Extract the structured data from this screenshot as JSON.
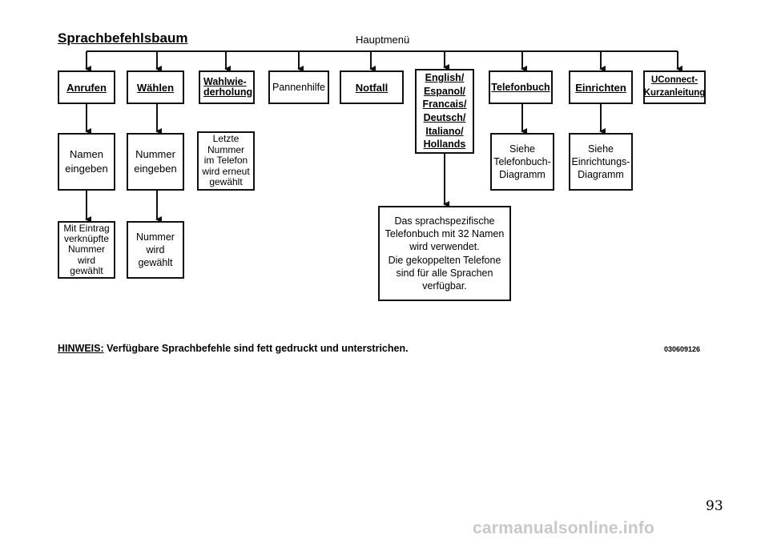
{
  "title": "Sprachbefehlsbaum",
  "root": "Hauptmenü",
  "top_items": [
    {
      "label": "Anrufen",
      "style": "bold-underline"
    },
    {
      "label": "Wählen",
      "style": "bold-underline"
    },
    {
      "lines": [
        "Wahlwie-",
        "derholung"
      ],
      "style": "bold-underline"
    },
    {
      "label": "Pannenhilfe",
      "style": "plain"
    },
    {
      "label": "Notfall",
      "style": "bold-underline"
    },
    {
      "lines": [
        "English/",
        "Espanol/",
        "Francais/",
        "Deutsch/",
        "Italiano/",
        "Hollands"
      ],
      "style": "bold-underline"
    },
    {
      "label": "Telefonbuch",
      "style": "bold-underline"
    },
    {
      "label": "Einrichten",
      "style": "bold-underline"
    },
    {
      "lines": [
        "UConnect-",
        "Kurzanleitung"
      ],
      "style": "bold-underline"
    }
  ],
  "level2": [
    {
      "lines": [
        "Namen",
        "eingeben"
      ]
    },
    {
      "lines": [
        "Nummer",
        "eingeben"
      ]
    },
    {
      "lines": [
        "Letzte",
        "Nummer",
        "im Telefon",
        "wird erneut",
        "gewählt"
      ]
    },
    {
      "lines": [
        "Siehe",
        "Telefonbuch-",
        "Diagramm"
      ]
    },
    {
      "lines": [
        "Siehe",
        "Einrichtungs-",
        "Diagramm"
      ]
    },
    {
      "lines": [
        "Das sprachspezifische",
        "Telefonbuch mit 32 Namen",
        "wird verwendet.",
        "Die gekoppelten Telefone",
        "sind für alle Sprachen",
        "verfügbar."
      ]
    }
  ],
  "level3": [
    {
      "lines": [
        "Mit Eintrag",
        "verknüpfte",
        "Nummer",
        "wird",
        "gewählt"
      ]
    },
    {
      "lines": [
        "Nummer",
        "wird",
        "gewählt"
      ]
    }
  ],
  "note": {
    "label": "HINWEIS:",
    "text": "Verfügbare Sprachbefehle sind fett gedruckt und unterstrichen."
  },
  "figure_code": "030609126",
  "page_number": "93",
  "watermark": "carmanualsonline.info"
}
